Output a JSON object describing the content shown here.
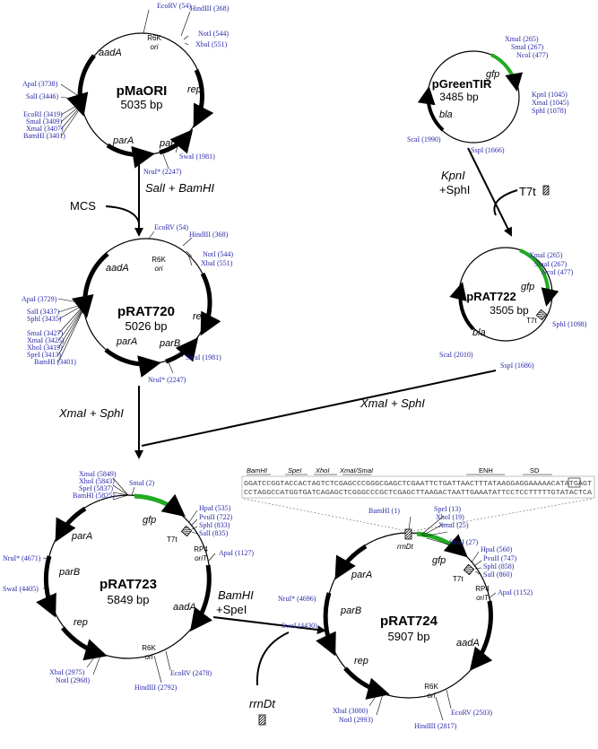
{
  "plasmids": {
    "pmaori": {
      "name": "pMaORI",
      "size": "5035 bp",
      "genes": {
        "aadA": "aadA",
        "rep": "rep",
        "parA": "parA",
        "parB": "parB"
      },
      "ori": [
        "R6K",
        "ori"
      ],
      "sites": {
        "ecorv": "EcoRV (54)",
        "hindiii": "HindIII (368)",
        "noti": "NotI (544)",
        "xbai": "XbaI (551)",
        "apai": "ApaI (3738)",
        "sali": "SalI (3446)",
        "ecori": "EcoRI (3419)",
        "smai": "SmaI (3409)",
        "xmai": "XmaI (3407)",
        "bamhi": "BamHI (3401)",
        "swai": "SwaI (1981)",
        "nrui": "NruI* (2247)"
      }
    },
    "pgreentir": {
      "name": "pGreenTIR",
      "size": "3485 bp",
      "genes": {
        "gfp": "gfp",
        "bla": "bla"
      },
      "sites": {
        "xmai": "XmaI (265)",
        "smai": "SmaI (267)",
        "ncoi": "NcoI (477)",
        "kpni": "KpnI (1045)",
        "xmai2": "XmaI (1045)",
        "sphi": "SphI (1078)",
        "scai": "ScaI (1990)",
        "sspi": "SspI (1666)"
      }
    },
    "prat720": {
      "name": "pRAT720",
      "size": "5026 bp",
      "genes": {
        "aadA": "aadA",
        "rep": "rep",
        "parA": "parA",
        "parB": "parB"
      },
      "ori": [
        "R6K",
        "ori"
      ],
      "sites": {
        "ecorv": "EcoRV (54)",
        "hindiii": "HindIII (368)",
        "noti": "NotI (544)",
        "xbai": "XbaI (551)",
        "apai": "ApaI (3729)",
        "sali": "SalI (3437)",
        "sphi": "SphI (3435)",
        "smai": "SmaI (3427)",
        "xmai": "XmaI (3425)",
        "xhoi": "XhoI (3419)",
        "spei": "SpeI (3413)",
        "bamhi": "BamHI (3401)",
        "swai": "SwaI (1981)",
        "nrui": "NruI* (2247)"
      }
    },
    "prat722": {
      "name": "pRAT722",
      "size": "3505 bp",
      "genes": {
        "gfp": "gfp",
        "bla": "bla"
      },
      "t7t": "T7t",
      "sites": {
        "xmai": "XmaI (265)",
        "smai": "SmaI (267)",
        "ncoi": "NcoI (477)",
        "sphi": "SphI (1098)",
        "scai": "ScaI (2010)",
        "sspi": "SspI (1686)"
      }
    },
    "prat723": {
      "name": "pRAT723",
      "size": "5849 bp",
      "genes": {
        "gfp": "gfp",
        "parA": "parA",
        "parB": "parB",
        "rep": "rep",
        "aadA": "aadA"
      },
      "ori": [
        "R6K",
        "ori"
      ],
      "oriT": [
        "RP4",
        "oriT"
      ],
      "t7t": "T7t",
      "sites": {
        "xmai": "XmaI (5849)",
        "xhoi": "XhoI (5843)",
        "spei": "SpeI (5837)",
        "bamhi": "BamHI (5825)",
        "smai": "SmaI (2)",
        "hpai": "HpaI (535)",
        "pvuii": "PvuII (722)",
        "sphi": "SphI (833)",
        "sali": "SalI (835)",
        "apai": "ApaI (1127)",
        "nrui": "NruI* (4671)",
        "swai": "SwaI (4405)",
        "xbai": "XbaI (2975)",
        "noti": "NotI (2968)",
        "hindiii": "HindIII (2792)",
        "ecorv": "EcoRV (2478)"
      }
    },
    "prat724": {
      "name": "pRAT724",
      "size": "5907 bp",
      "genes": {
        "gfp": "gfp",
        "parA": "parA",
        "parB": "parB",
        "rep": "rep",
        "aadA": "aadA"
      },
      "ori": [
        "R6K",
        "ori"
      ],
      "oriT": [
        "RP4",
        "oriT"
      ],
      "t7t": "T7t",
      "rrndt": "rrnDt",
      "sites": {
        "bamhi": "BamHI (1)",
        "spei": "SpeI (13)",
        "xhoi": "XhoI (19)",
        "xmai": "XmaI (25)",
        "smai": "SmaI (27)",
        "hpai": "HpaI (560)",
        "pvuii": "PvuII (747)",
        "sphi": "SphI (858)",
        "sali": "SalI (860)",
        "apai": "ApaI (1152)",
        "nrui": "NruI* (4696)",
        "swai": "SwaI (4430)",
        "xbai": "XbaI (3000)",
        "noti": "NotI (2993)",
        "hindiii": "HindIII (2817)",
        "ecorv": "EcoRV (2503)"
      }
    }
  },
  "steps": {
    "step1_enzymes_a": "SalI",
    "step1_enzymes_b": " + ",
    "step1_enzymes_c": "BamHI",
    "mcs": "MCS",
    "step2_enzymes_a": "KpnI",
    "step2_enzymes_b": "+SphI",
    "t7t": "T7t",
    "step3_left": "XmaI + SphI",
    "step3_right": "XmaI + SphI",
    "step4_a": "BamHI",
    "step4_b": "+SpeI",
    "rrndt": "rrnDt"
  },
  "sequence": {
    "labels": {
      "bamhi": "BamHI",
      "spei": "SpeI",
      "xhoi": "XhoI",
      "xmai_smai": "XmaI/SmaI",
      "enh": "ENH",
      "sd": "SD"
    },
    "top": "GGATCCGGTACCACTAGTCTCGAGCCCGGGCGAGCTCGAATTCTGATTAACTTTATAAGGAGGAAAAACATATGAGT",
    "bottom": "CCTAGGCCATGGTGATCAGAGCTCGGGCCCGCTCGAGCTTAAGACTAATTGAAATATTCCTCCTTTTTGTATACTCA"
  },
  "colors": {
    "gfp": "#22aa22",
    "site_text": "#2a2aaa",
    "line": "#000000"
  }
}
